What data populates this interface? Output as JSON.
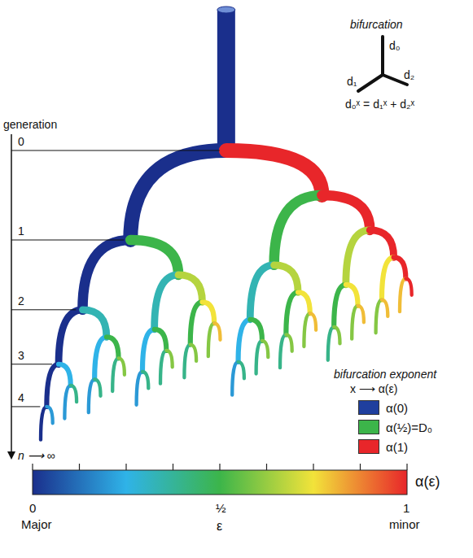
{
  "diagram": {
    "labels": [
      "generation",
      "0",
      "1",
      "2",
      "3",
      "4",
      "n ⟶ ∞",
      "bifurcation",
      "d₀",
      "d₁",
      "d₂",
      "d₀ˣ = d₁ˣ + d₂ˣ",
      "bifurcation exponent",
      "x ⟶ α(ε)",
      "0",
      "½",
      "1",
      "Major",
      "minor",
      "ε",
      "α(ε)"
    ],
    "legend": [
      {
        "text": "α(0)",
        "color": "#1f3f9e"
      },
      {
        "text": "α(½)=D₀",
        "color": "#3cb54a"
      },
      {
        "text": "α(1)",
        "color": "#e8262a"
      }
    ]
  }
}
